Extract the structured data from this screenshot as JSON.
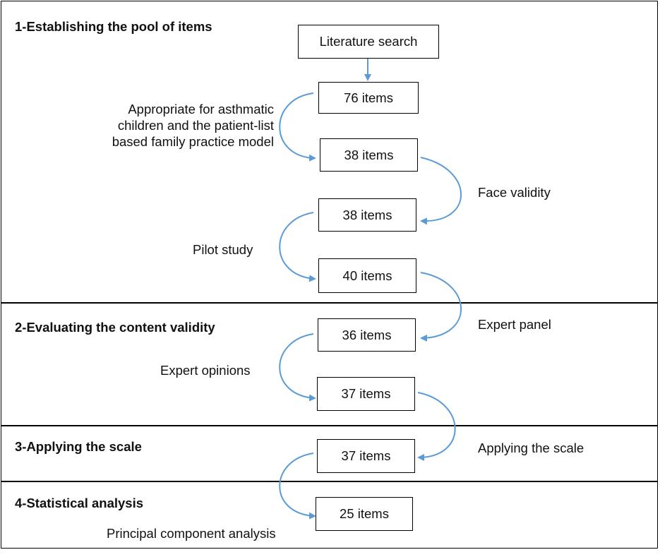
{
  "sections": {
    "s1": "1-Establishing the pool of items",
    "s2": "2-Evaluating the content validity",
    "s3": "3-Applying the scale",
    "s4": "4-Statistical analysis"
  },
  "boxes": {
    "literature": "Literature search",
    "b76": "76 items",
    "b38a": "38 items",
    "b38b": "38 items",
    "b40": "40 items",
    "b36": "36 items",
    "b37a": "37 items",
    "b37b": "37 items",
    "b25": "25 items"
  },
  "labels": {
    "appropriate_1": "Appropriate for asthmatic",
    "appropriate_2": "children and the patient-list",
    "appropriate_3": "based family practice model",
    "face_validity": "Face validity",
    "pilot_study": "Pilot study",
    "expert_panel": "Expert panel",
    "expert_opinions": "Expert opinions",
    "applying_scale": "Applying the scale",
    "pca": "Principal component analysis"
  },
  "colors": {
    "arrow": "#5b9bd5",
    "border": "#000000"
  }
}
